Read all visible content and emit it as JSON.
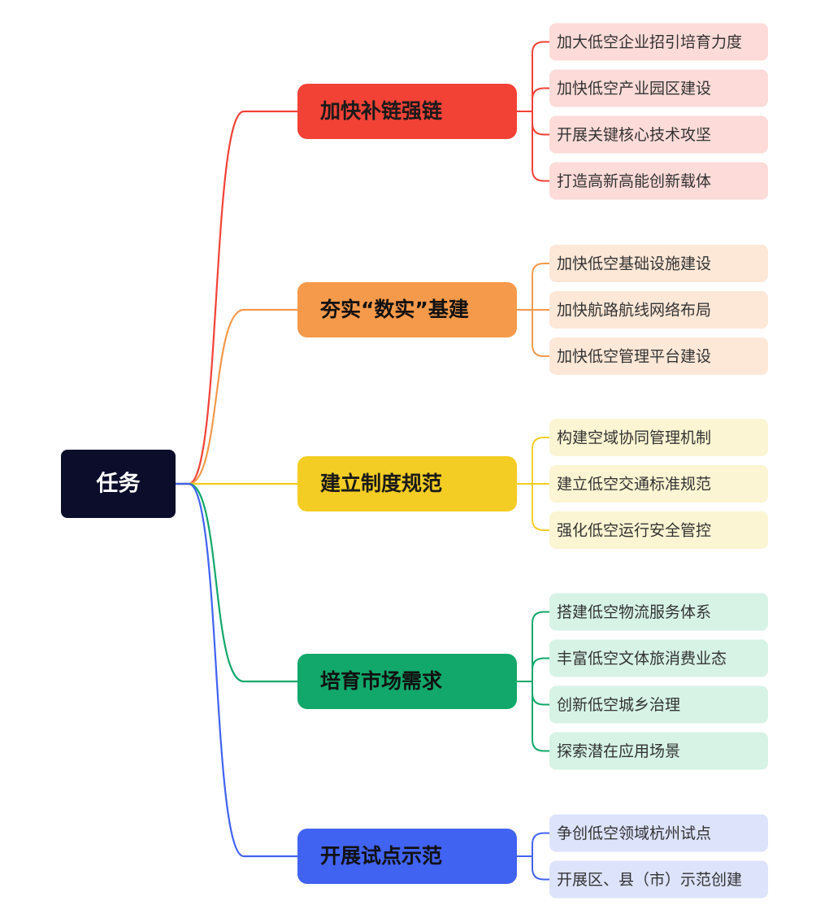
{
  "root": {
    "label": "任务",
    "color": "#0b0d2b"
  },
  "branches": [
    {
      "label": "加快补链强链",
      "color": "#f24236",
      "leaf_bg": "#fddbd8",
      "children": [
        "加大低空企业招引培育力度",
        "加快低空产业园区建设",
        "开展关键核心技术攻坚",
        "打造高新高能创新载体"
      ]
    },
    {
      "label": "夯实“数实”基建",
      "color": "#f5994a",
      "leaf_bg": "#fde7d7",
      "children": [
        "加快低空基础设施建设",
        "加快航路航线网络布局",
        "加快低空管理平台建设"
      ]
    },
    {
      "label": "建立制度规范",
      "color": "#f3cd23",
      "leaf_bg": "#fcf5d3",
      "children": [
        "构建空域协同管理机制",
        "建立低空交通标准规范",
        "强化低空运行安全管控"
      ]
    },
    {
      "label": "培育市场需求",
      "color": "#12a86b",
      "leaf_bg": "#d6f3e6",
      "children": [
        "搭建低空物流服务体系",
        "丰富低空文体旅消费业态",
        "创新低空城乡治理",
        "探索潜在应用场景"
      ]
    },
    {
      "label": "开展试点示范",
      "color": "#4163f2",
      "leaf_bg": "#dde3fb",
      "children": [
        "争创低空领域杭州试点",
        "开展区、县（市）示范创建"
      ]
    }
  ]
}
